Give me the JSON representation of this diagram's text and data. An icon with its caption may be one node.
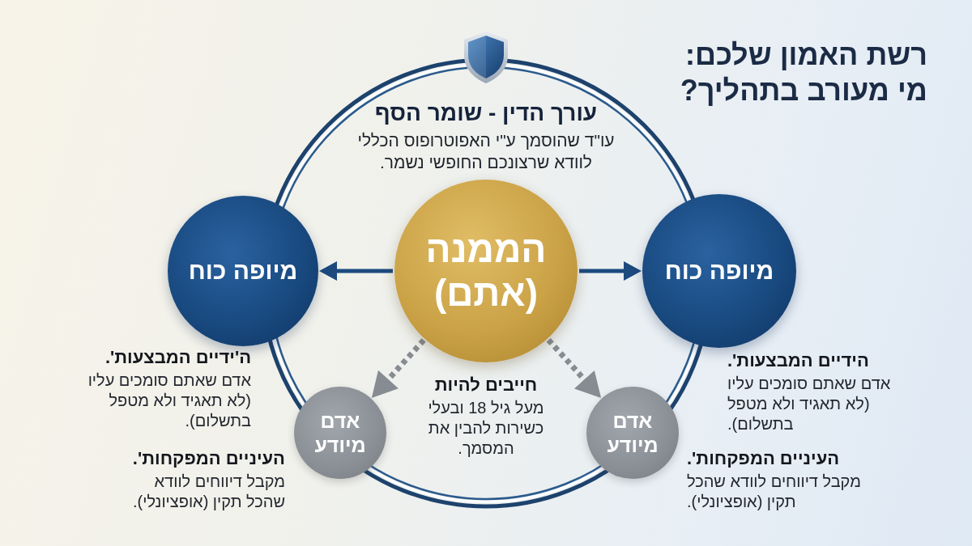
{
  "diagram": {
    "title": "רשת האמון שלכם: מי מעורב בתהליך?",
    "nodes": [
      {
        "text": [
          "הממנה (אתם)"
        ],
        "beside": [
          "חייבים להיות",
          "מעל גיל 18 ובעלי כשירות להבין את המסמך."
        ]
      },
      {
        "text": [
          "מיופה כוח"
        ],
        "beside": [
          "ה'ידיים המבצעות'.",
          "אדם שאתם סומכים עליו (לא תאגיד ולא מטפל בתשלום)."
        ]
      },
      {
        "text": [
          "מיופה כוח"
        ],
        "beside": [
          "הידיים המבצעות'.",
          "אדם שאתם סומכים עליו (לא תאגיד ולא מטפל בתשלום)."
        ]
      },
      {
        "text": [
          "אדם מיודע"
        ],
        "beside": [
          "העיניים המפקחות'.",
          "מקבל דיווחים לוודא שהכל תקין (אופציונלי)."
        ]
      },
      {
        "text": [
          "אדם מיודע"
        ],
        "beside": [
          "העיניים המפקחות'.",
          "מקבל דיווחים לוודא שהכל תקין (אופציונלי)."
        ]
      }
    ],
    "edges": [
      {
        "from": 0,
        "to": 1,
        "arrow": "to"
      },
      {
        "from": 0,
        "to": 2,
        "arrow": "to"
      },
      {
        "from": 0,
        "to": 3,
        "arrow": "to",
        "style": "dashed",
        "color": "#878c92"
      },
      {
        "from": 0,
        "to": 4,
        "arrow": "to",
        "style": "dashed",
        "color": "#878c92"
      }
    ],
    "labels": [
      "עורך הדין - שומר הסף",
      "עו\"ד שהוסמך ע\"י האפוטרופוס הכללי לוודא שרצונכם החופשי נשמר."
    ]
  }
}
